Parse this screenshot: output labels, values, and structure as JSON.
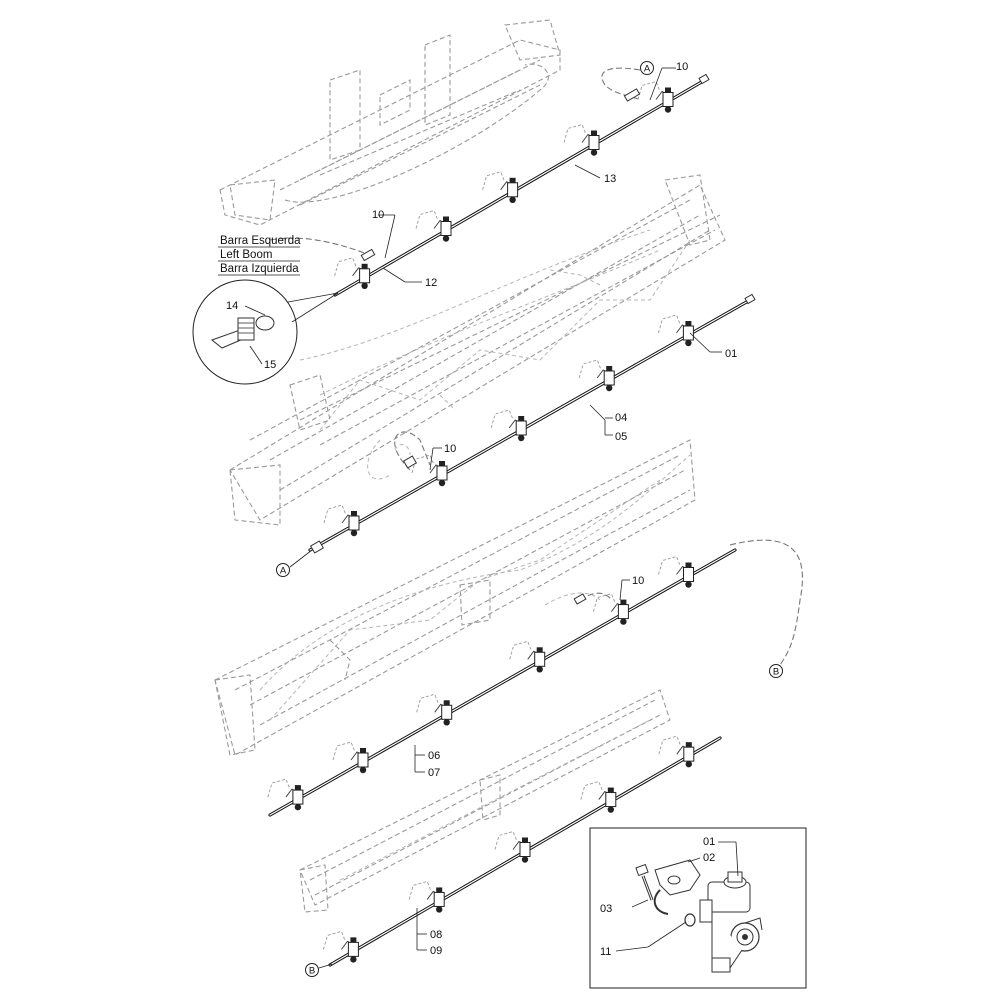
{
  "boom_label": {
    "line1": "Barra Esquerda",
    "line2": "Left Boom",
    "line3": "Barra Izquierda"
  },
  "connectors": {
    "a_top": "A",
    "a_bottom": "A",
    "b_right": "B",
    "b_bottom": "B"
  },
  "callouts": {
    "c10_top": "10",
    "c13": "13",
    "c10_left": "10",
    "c12": "12",
    "c14": "14",
    "c15": "15",
    "c01_mid": "01",
    "c04": "04",
    "c05": "05",
    "c10_mid": "10",
    "c10_lower": "10",
    "c06": "06",
    "c07": "07",
    "c08": "08",
    "c09": "09"
  },
  "detail_box": {
    "c01": "01",
    "c02": "02",
    "c03": "03",
    "c11": "11"
  }
}
